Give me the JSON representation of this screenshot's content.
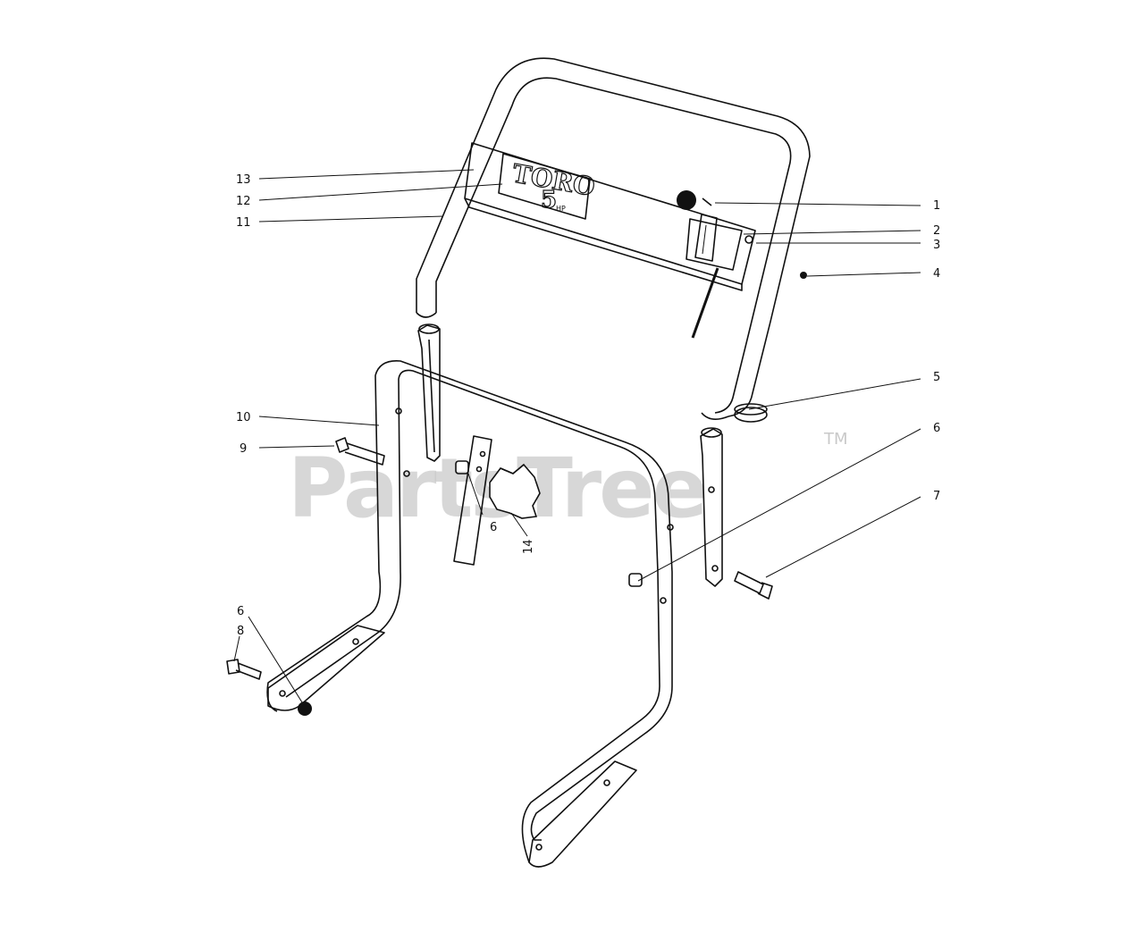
{
  "watermark": {
    "text": "PartsTree",
    "trademark": "TM"
  },
  "decal": {
    "brand": "TORO",
    "hp_number": "5",
    "hp_unit": "HP"
  },
  "callouts": [
    {
      "id": "c1",
      "label": "1"
    },
    {
      "id": "c2",
      "label": "2"
    },
    {
      "id": "c3",
      "label": "3"
    },
    {
      "id": "c4",
      "label": "4"
    },
    {
      "id": "c5",
      "label": "5"
    },
    {
      "id": "c6a",
      "label": "6"
    },
    {
      "id": "c7",
      "label": "7"
    },
    {
      "id": "c6b",
      "label": "6"
    },
    {
      "id": "c14",
      "label": "14"
    },
    {
      "id": "c10",
      "label": "10"
    },
    {
      "id": "c9",
      "label": "9"
    },
    {
      "id": "c13",
      "label": "13"
    },
    {
      "id": "c12",
      "label": "12"
    },
    {
      "id": "c11",
      "label": "11"
    },
    {
      "id": "c6c",
      "label": "6"
    },
    {
      "id": "c8",
      "label": "8"
    }
  ]
}
